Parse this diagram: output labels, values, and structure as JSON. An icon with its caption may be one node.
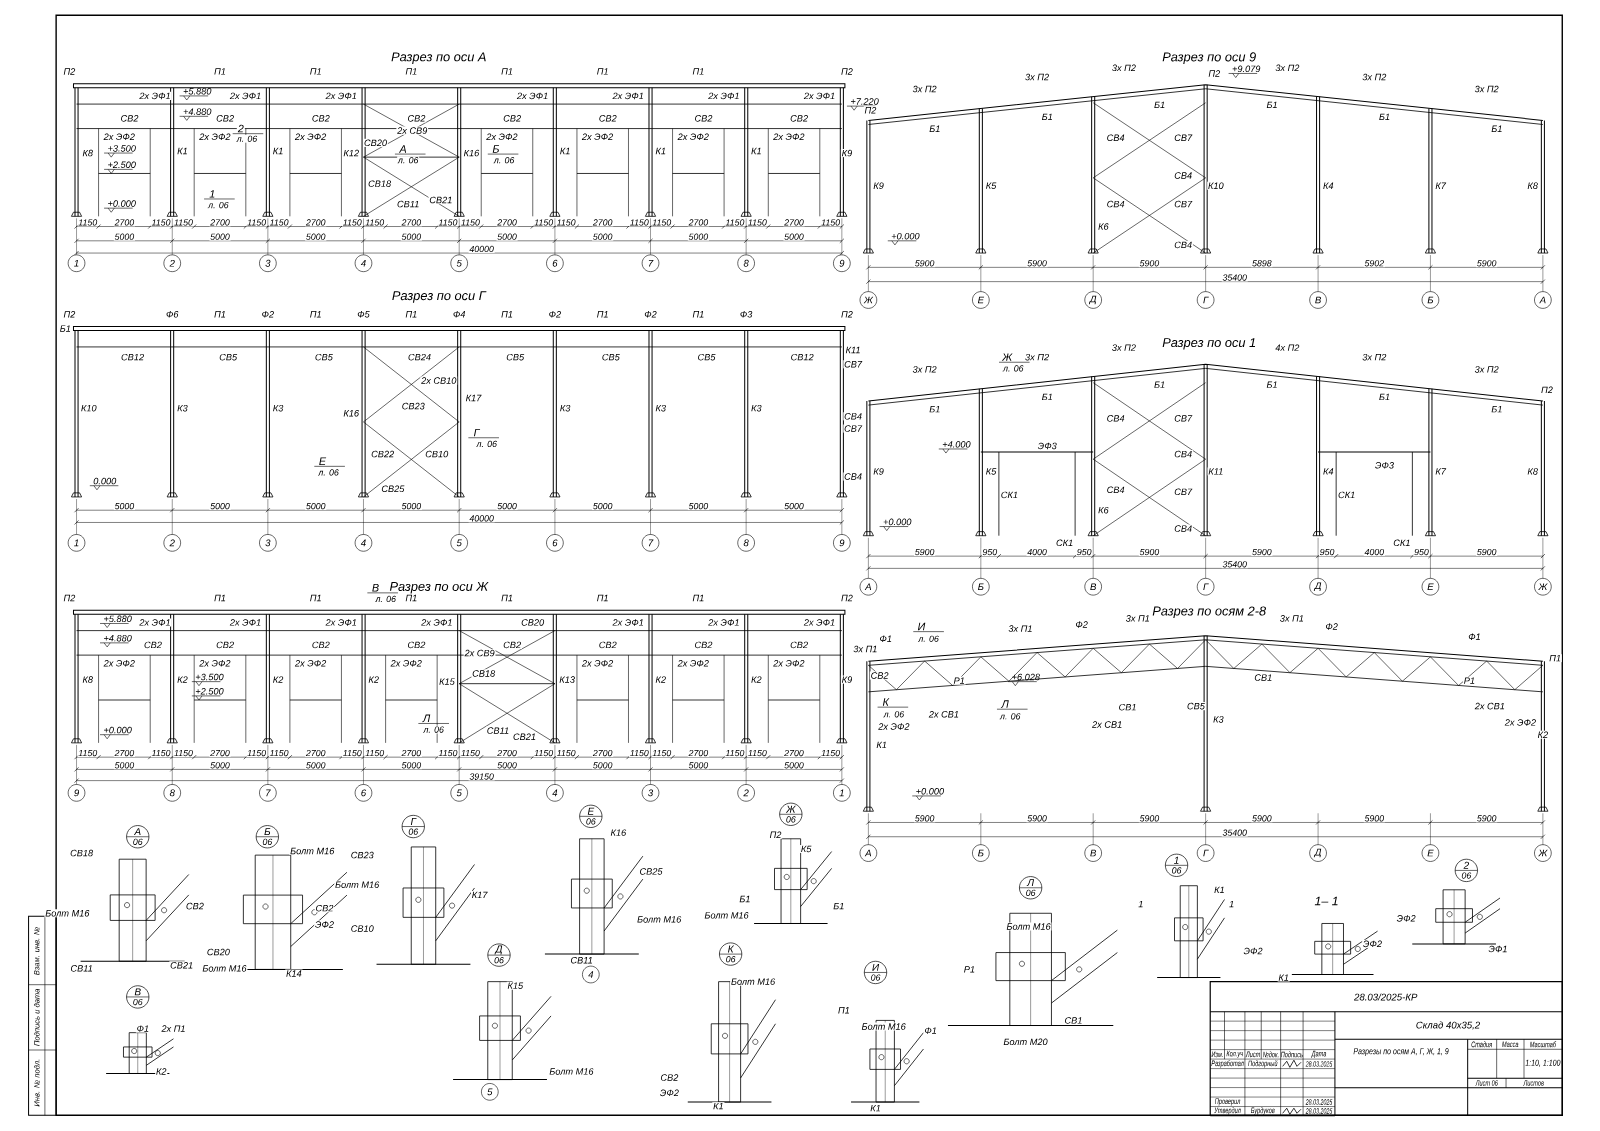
{
  "diagram": {
    "labels": [
      "Разрез по оси А",
      "П2",
      "П1",
      "П1",
      "П1",
      "П1",
      "П1",
      "П1",
      "П2",
      "К8",
      "К1",
      "К1",
      "К12",
      "К16",
      "К1",
      "К1",
      "К1",
      "К9",
      "СВ2",
      "СВ2",
      "СВ2",
      "СВ2",
      "СВ2",
      "СВ2",
      "СВ2",
      "СВ2",
      "2х ЭФ1",
      "2х ЭФ1",
      "2х ЭФ1",
      "2х ЭФ1",
      "2х ЭФ1",
      "2х ЭФ1",
      "2х ЭФ1",
      "2х ЭФ2",
      "2х ЭФ2",
      "2х ЭФ2",
      "2х ЭФ2",
      "2х ЭФ2",
      "2х ЭФ2",
      "2х ЭФ2",
      "+5.880",
      "+4.880",
      "+3.500",
      "+2.500",
      "+0.000",
      "+7.220",
      "2",
      "л. 06",
      "1",
      "л. 06",
      "А",
      "л. 06",
      "Б",
      "л. 06",
      "СВ20",
      "2х СВ9",
      "СВ18",
      "СВ11",
      "СВ21",
      "1150",
      "2700",
      "1150",
      "1150",
      "2700",
      "1150",
      "1150",
      "2700",
      "1150",
      "1150",
      "2700",
      "1150",
      "1150",
      "2700",
      "1150",
      "1150",
      "2700",
      "1150",
      "1150",
      "2700",
      "1150",
      "1150",
      "2700",
      "1150",
      "5000",
      "5000",
      "5000",
      "5000",
      "5000",
      "5000",
      "5000",
      "5000",
      "40000",
      "1",
      "2",
      "3",
      "4",
      "5",
      "6",
      "7",
      "8",
      "9",
      "Разрез по оси Г",
      "П2",
      "Ф6",
      "П1",
      "Ф2",
      "П1",
      "Ф5",
      "П1",
      "Ф4",
      "П1",
      "Ф2",
      "П1",
      "Ф2",
      "П1",
      "Ф3",
      "П2",
      "Б1",
      "СВ12",
      "СВ5",
      "СВ5",
      "СВ24",
      "СВ5",
      "СВ5",
      "СВ5",
      "СВ12",
      "К11",
      "СВ7",
      "СВ4",
      "СВ7",
      "СВ4",
      "К10",
      "К3",
      "К3",
      "К16",
      "К17",
      "К3",
      "К3",
      "К3",
      "2х СВ10",
      "СВ23",
      "СВ22",
      "СВ10",
      "СВ25",
      "0.000",
      "Е",
      "л. 06",
      "Г",
      "л. 06",
      "5000",
      "5000",
      "5000",
      "5000",
      "5000",
      "5000",
      "5000",
      "5000",
      "40000",
      "1",
      "2",
      "3",
      "4",
      "5",
      "6",
      "7",
      "8",
      "9",
      "Разрез по оси Ж",
      "П2",
      "П1",
      "П1",
      "П1",
      "П1",
      "П1",
      "П1",
      "П2",
      "В",
      "л. 06",
      "СВ2",
      "СВ2",
      "СВ2",
      "СВ2",
      "СВ2",
      "СВ2",
      "СВ2",
      "СВ2",
      "К8",
      "К2",
      "К2",
      "К2",
      "К15",
      "К13",
      "К2",
      "К2",
      "К9",
      "+5.880",
      "+4.880",
      "+3.500",
      "+2.500",
      "+0.000",
      "Л",
      "л. 06",
      "СВ20",
      "2х СВ9",
      "СВ18",
      "СВ11",
      "СВ21",
      "2х ЭФ1",
      "2х ЭФ1",
      "2х ЭФ1",
      "2х ЭФ1",
      "2х ЭФ1",
      "2х ЭФ1",
      "2х ЭФ1",
      "2х ЭФ2",
      "2х ЭФ2",
      "2х ЭФ2",
      "2х ЭФ2",
      "2х ЭФ2",
      "2х ЭФ2",
      "2х ЭФ2",
      "1150",
      "2700",
      "1150",
      "1150",
      "2700",
      "1150",
      "1150",
      "2700",
      "1150",
      "1150",
      "2700",
      "1150",
      "1150",
      "2700",
      "1150",
      "1150",
      "2700",
      "1150",
      "1150",
      "2700",
      "1150",
      "1150",
      "2700",
      "1150",
      "5000",
      "5000",
      "5000",
      "5000",
      "5000",
      "5000",
      "5000",
      "5000",
      "39150",
      "9",
      "8",
      "7",
      "6",
      "5",
      "4",
      "3",
      "2",
      "1",
      "Разрез по оси 9",
      "П2",
      "3х П2",
      "3х П2",
      "3х П2",
      "3х П2",
      "3х П2",
      "3х П2",
      "П2",
      "+9.079",
      "Б1",
      "Б1",
      "Б1",
      "Б1",
      "Б1",
      "Б1",
      "К9",
      "К5",
      "К6",
      "К10",
      "К4",
      "К7",
      "К8",
      "СВ4",
      "СВ7",
      "СВ4",
      "СВ4",
      "СВ7",
      "СВ4",
      "+0.000",
      "5900",
      "5900",
      "5900",
      "5898",
      "5902",
      "5900",
      "35400",
      "Ж",
      "Е",
      "Д",
      "Г",
      "В",
      "Б",
      "А",
      "Разрез по оси 1",
      "3х П2",
      "3х П2",
      "3х П2",
      "4х П2",
      "3х П2",
      "3х П2",
      "П2",
      "Ж",
      "л. 06",
      "Б1",
      "Б1",
      "Б1",
      "Б1",
      "Б1",
      "Б1",
      "К9",
      "К5",
      "К6",
      "К11",
      "К4",
      "К7",
      "К8",
      "+4.000",
      "+0.000",
      "ЭФ3",
      "ЭФ3",
      "СК1",
      "СК1",
      "СК1",
      "СК1",
      "СВ4",
      "СВ7",
      "СВ4",
      "СВ4",
      "СВ7",
      "СВ4",
      "5900",
      "950",
      "4000",
      "950",
      "5900",
      "5900",
      "950",
      "4000",
      "950",
      "5900",
      "35400",
      "А",
      "Б",
      "В",
      "Г",
      "Д",
      "Е",
      "Ж",
      "Разрез по осям 2-8",
      "3х П1",
      "Ф1",
      "И",
      "л. 06",
      "3х П1",
      "Ф2",
      "3х П1",
      "3х П1",
      "Ф2",
      "Ф1",
      "П1",
      "СВ2",
      "Р1",
      "+6.028",
      "СВ1",
      "СВ5",
      "СВ1",
      "Р1",
      "К",
      "л. 06",
      "2х СВ1",
      "Л",
      "л. 06",
      "2х СВ1",
      "2х СВ1",
      "2х ЭФ2",
      "2х ЭФ2",
      "К1",
      "К3",
      "К2",
      "+0.000",
      "5900",
      "5900",
      "5900",
      "5900",
      "5900",
      "5900",
      "35400",
      "А",
      "Б",
      "В",
      "Г",
      "Д",
      "Е",
      "Ж",
      "А",
      "06",
      "СВ18",
      "Болт М16",
      "СВ11",
      "СВ21",
      "Б",
      "06",
      "Болт М16",
      "СВ2",
      "СВ2",
      "ЭФ2",
      "СВ20",
      "Болт М16",
      "К14",
      "Г",
      "06",
      "СВ23",
      "Болт М16",
      "СВ10",
      "К17",
      "Е",
      "06",
      "К16",
      "СВ25",
      "Болт М16",
      "4",
      "Ж",
      "06",
      "П2",
      "К5",
      "Б1",
      "Б1",
      "Болт М16",
      "В",
      "06",
      "Ф1",
      "2х П1",
      "К2",
      "Д",
      "06",
      "К15",
      "СВ11",
      "Болт М16",
      "5",
      "К",
      "06",
      "Болт М16",
      "СВ2",
      "ЭФ2",
      "К1",
      "И",
      "06",
      "П1",
      "Болт М16",
      "Ф1",
      "К1",
      "Л",
      "06",
      "Болт М16",
      "Р1",
      "СВ1",
      "Болт М20",
      "1",
      "06",
      "1",
      "1",
      "К1",
      "ЭФ2",
      "1– 1",
      "ЭФ2",
      "К1",
      "2",
      "06",
      "ЭФ2",
      "ЭФ1",
      "28.03/2025-КР",
      "Склад 40х35,2",
      "Разрезы по осям А, Г, Ж, 1, 9",
      "Стадия",
      "Масса",
      "Масштаб",
      "1:10, 1:100",
      "Лист 06",
      "Листов",
      "Изм.",
      "Кол.уч",
      "Лист",
      "№док.",
      "Подпись",
      "Дата",
      "Разработал",
      "Подгорный",
      "28.03.2025",
      "Проверил",
      "28.03.2025",
      "Утвердил",
      "Бурдуков",
      "28.03.2025",
      "Взам. инв. №",
      "Подпись и дата",
      "Инв. № подл."
    ]
  }
}
